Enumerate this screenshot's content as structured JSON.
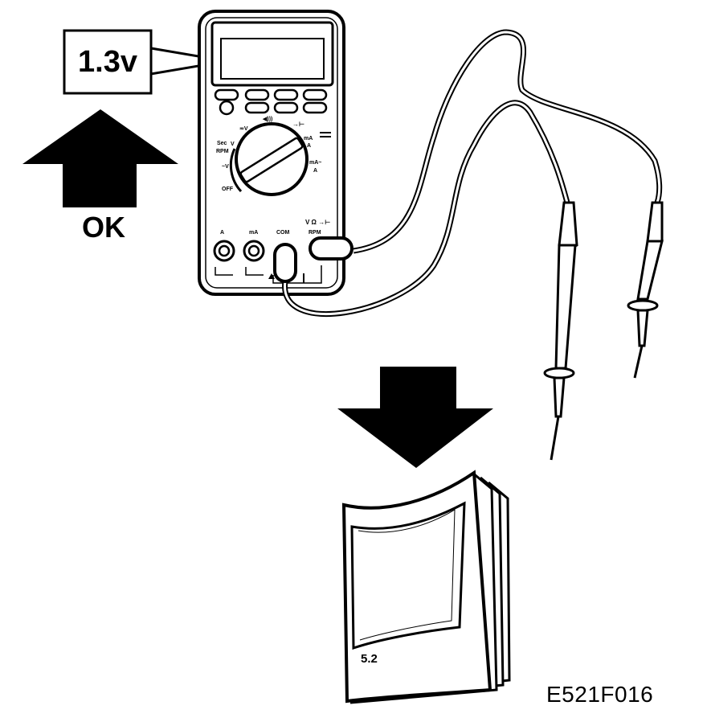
{
  "callout": {
    "reading": "1.3v"
  },
  "ok_label": "OK",
  "book": {
    "section": "5.2"
  },
  "figure_id": "E521F016",
  "meter": {
    "dial_labels": {
      "tl1": "Sec",
      "tl2": "RPM",
      "v_dc": "V",
      "v_ac": "≂V",
      "beep": "◀)))",
      "diode_top": "→⊢",
      "mv": "~V",
      "off": "OFF",
      "ma_r1": "mA",
      "ma_r2": "A",
      "ma_r3": "mA~",
      "ma_r4": "A"
    },
    "jack_labels": {
      "a": "A",
      "ma": "mA",
      "com": "COM",
      "v_ohm": "V Ω →⊢",
      "rpm": "RPM"
    }
  }
}
